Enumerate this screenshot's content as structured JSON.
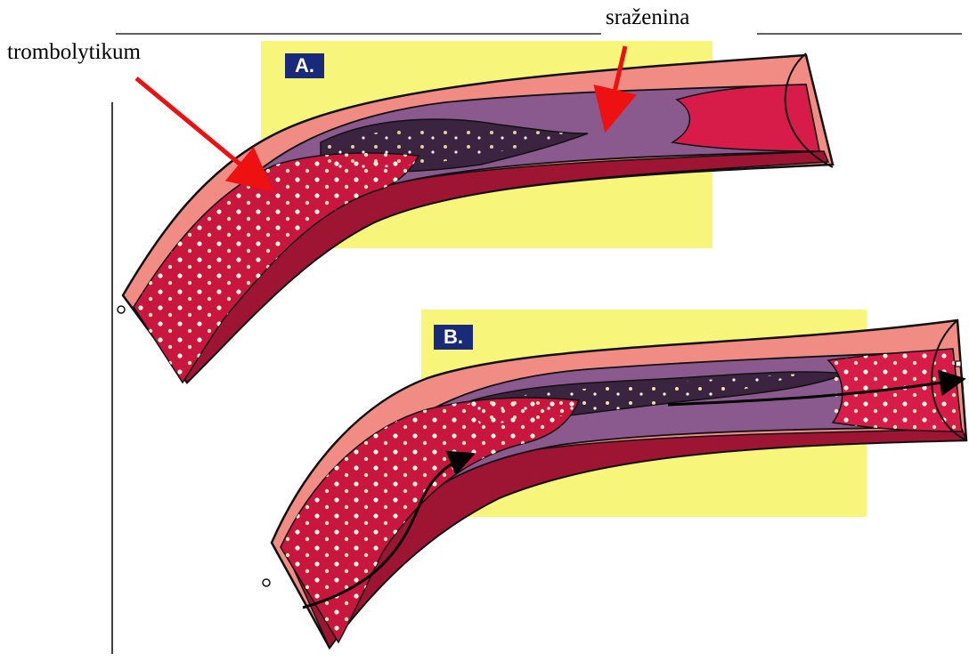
{
  "labels": {
    "thrombolytic": "trombolytikum",
    "clot": "sraženina"
  },
  "panels": [
    {
      "id": "A",
      "tag": "A."
    },
    {
      "id": "B",
      "tag": "B."
    }
  ],
  "colors": {
    "background_panel": "#f8f67a",
    "vessel_wall": "#f08c84",
    "vessel_outline": "#111111",
    "vessel_dark": "#9e1433",
    "blood": "#c8163f",
    "blood_bright": "#e0245a",
    "clot": "#8a5a8e",
    "clot_dark": "#3a2440",
    "tag_bg": "#1a2a7a",
    "arrow": "#ee1111"
  }
}
